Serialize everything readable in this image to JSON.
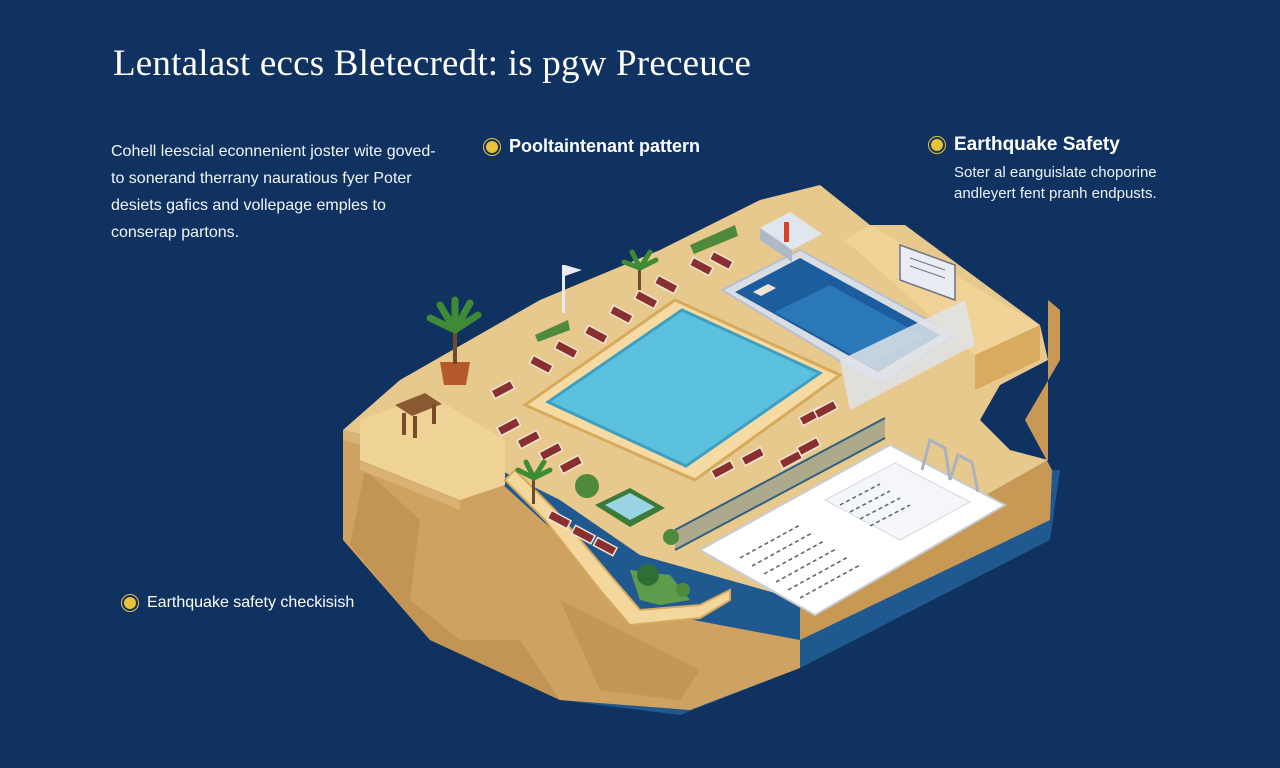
{
  "title": "Lentalast eccs Bletecredt: is pgw Preceuce",
  "intro": "Cohell leescial econnenient joster wite goved-to sonerand therrany nauratious fyer Poter desiets gafics and vollepage emples to conserap partons.",
  "labels": {
    "pattern": "Pooltaintenant pattern",
    "earthquake_title": "Earthquake Safety",
    "earthquake_desc": "Soter al eanguislate choporine andleyert fent pranh endpusts.",
    "checklist": "Earthquake safety checkisish"
  },
  "icons": [
    "bullet-icon",
    "palm-tree-icon",
    "flag-icon",
    "pergola-icon",
    "lounger-icon",
    "pool-icon",
    "fence-icon",
    "info-board-icon"
  ],
  "colors": {
    "background": "#0f3260",
    "sand": "#e8c98d",
    "cliff": "#d3a866",
    "pool": "#5cc1de",
    "deep_pool": "#1f6aa8",
    "accent": "#e9c23a"
  }
}
